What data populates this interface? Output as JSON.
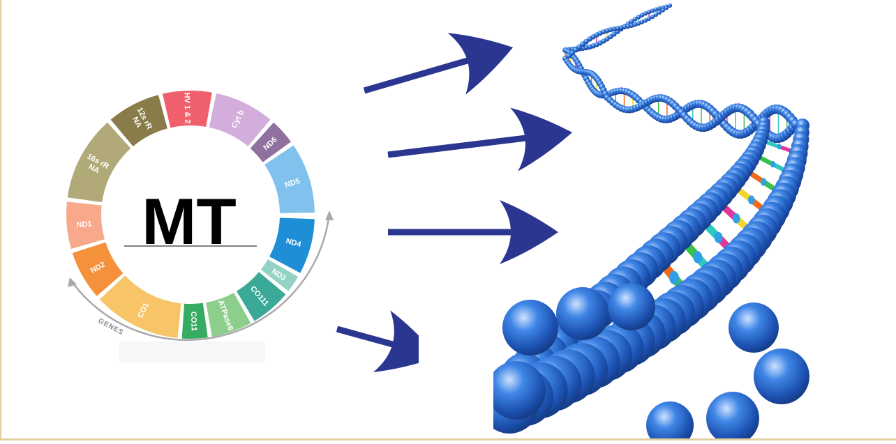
{
  "diagram": {
    "center_label": "MT",
    "genes_label": "GENES",
    "segments": [
      {
        "label": "HV 1 & 2",
        "color": "#ef5f6c"
      },
      {
        "label": "Cyt b",
        "color": "#d3addb"
      },
      {
        "label": "ND6",
        "color": "#90709e"
      },
      {
        "label": "ND5",
        "color": "#80c1ee"
      },
      {
        "label": "ND4",
        "color": "#1e8ed6"
      },
      {
        "label": "ND3",
        "color": "#92d3c4"
      },
      {
        "label": "CO111",
        "color": "#3aa997"
      },
      {
        "label": "ATPase6",
        "color": "#8ccf8c"
      },
      {
        "label": "CO11",
        "color": "#36ac62"
      },
      {
        "label": "CO1",
        "color": "#f7c468"
      },
      {
        "label": "ND2",
        "color": "#f6913b"
      },
      {
        "label": "ND1",
        "color": "#f8a98c"
      },
      {
        "label": "16s rR NA",
        "color": "#b1aa78"
      },
      {
        "label": "12s rR NA",
        "color": "#8a7b4a"
      }
    ],
    "arrow_color": "#2b3690",
    "dna_bead_color": "#2f6fd1",
    "rung_colors": [
      "#f06a1c",
      "#e0379b",
      "#39c24a",
      "#f3d530",
      "#2fc7c2"
    ]
  }
}
